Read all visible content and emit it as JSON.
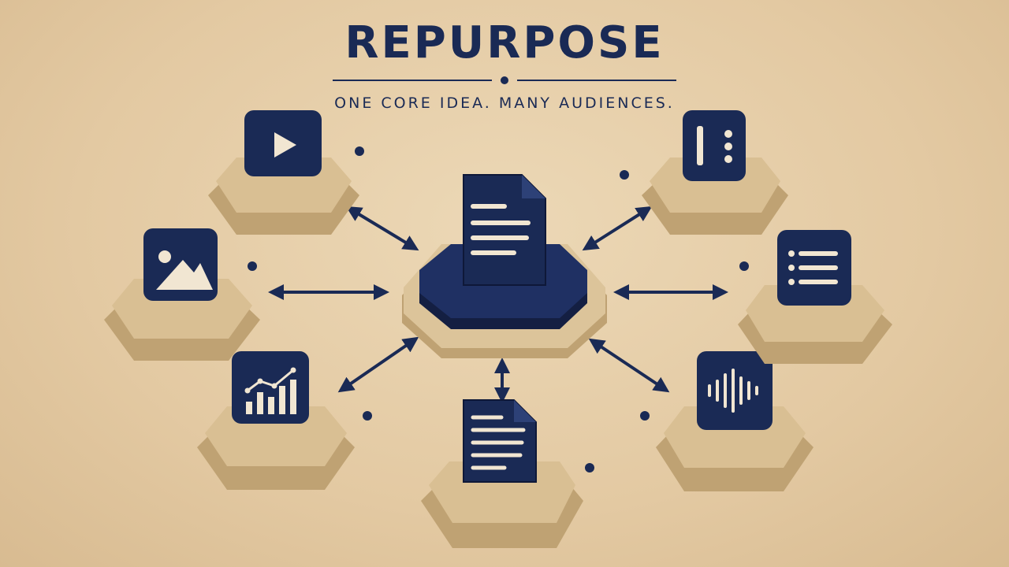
{
  "header": {
    "title": "REPURPOSE",
    "subtitle": "ONE CORE IDEA. MANY AUDIENCES."
  },
  "colors": {
    "navy": "#1a2a55",
    "tile": "#d9bf93",
    "tile_side": "#bfa273",
    "cream": "#f1e6d2"
  },
  "hub": {
    "icon": "document-icon"
  },
  "nodes": [
    {
      "id": "video",
      "icon": "play-video-icon"
    },
    {
      "id": "image",
      "icon": "image-icon"
    },
    {
      "id": "chart",
      "icon": "bar-chart-icon"
    },
    {
      "id": "article",
      "icon": "document-icon"
    },
    {
      "id": "audio",
      "icon": "audio-wave-icon"
    },
    {
      "id": "list",
      "icon": "list-icon"
    },
    {
      "id": "slides",
      "icon": "columns-icon"
    }
  ]
}
